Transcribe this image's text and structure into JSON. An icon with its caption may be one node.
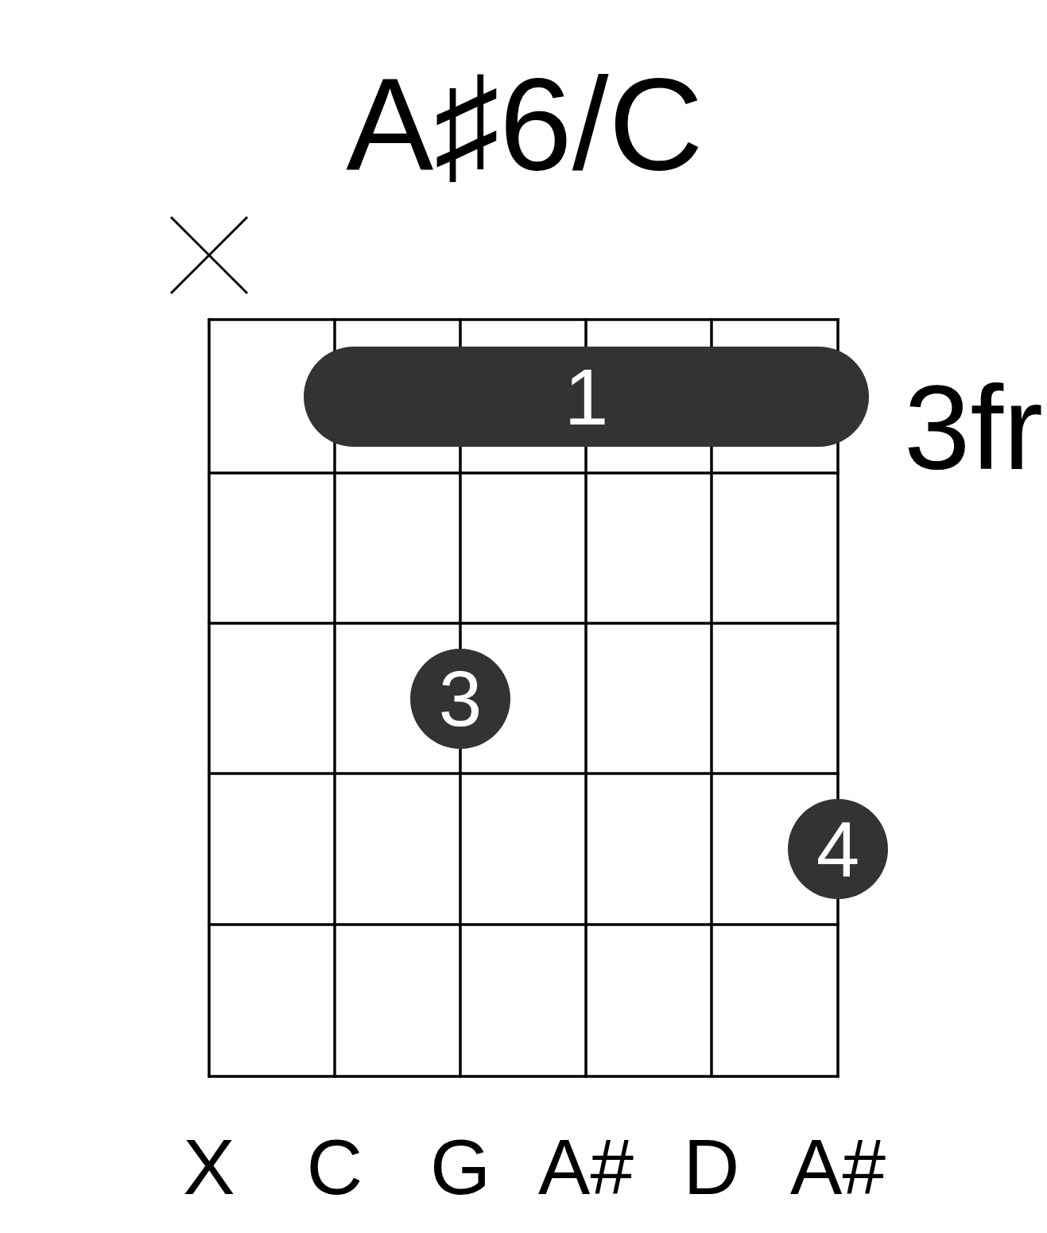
{
  "diagram": {
    "title": "A♯6/C",
    "nodes": [
      {
        "text": [
          "1"
        ]
      },
      {
        "text": [
          "3"
        ]
      },
      {
        "text": [
          "4"
        ]
      }
    ],
    "labels": [
      "3fr",
      "X",
      "C",
      "G",
      "A#",
      "D",
      "A#"
    ]
  }
}
